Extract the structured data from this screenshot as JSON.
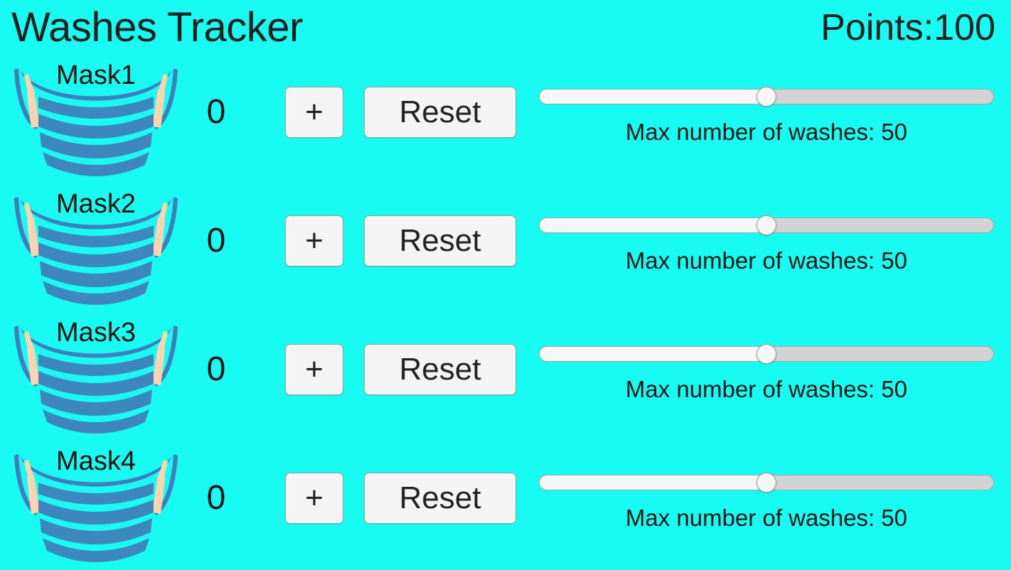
{
  "header": {
    "title": "Washes Tracker",
    "points_label": "Points:",
    "points_value": "100",
    "points_text": "Points:100"
  },
  "theme": {
    "background": "#17fbf2",
    "mask_blue": "#3d87bd",
    "mask_outline": "#3f7fbd",
    "mask_strap": "#ffd3ad",
    "button_face": "#f4f4f4",
    "button_border": "#9a9a9a",
    "track_filled": "#f6f6f6",
    "track_empty": "#d3d3d3",
    "text": "#1c1c1c"
  },
  "controls": {
    "increment_label": "+",
    "reset_label": "Reset",
    "mask_icon": "face-mask-icon"
  },
  "slider": {
    "min": 0,
    "max": 100,
    "caption_prefix": "Max number of washes: "
  },
  "rows": [
    {
      "name": "Mask1",
      "count": "0",
      "max_washes": 50,
      "slider_percent": 50,
      "caption": "Max number of washes: 50",
      "increment_label": "+",
      "reset_label": "Reset"
    },
    {
      "name": "Mask2",
      "count": "0",
      "max_washes": 50,
      "slider_percent": 50,
      "caption": "Max number of washes: 50",
      "increment_label": "+",
      "reset_label": "Reset"
    },
    {
      "name": "Mask3",
      "count": "0",
      "max_washes": 50,
      "slider_percent": 50,
      "caption": "Max number of washes: 50",
      "increment_label": "+",
      "reset_label": "Reset"
    },
    {
      "name": "Mask4",
      "count": "0",
      "max_washes": 50,
      "slider_percent": 50,
      "caption": "Max number of washes: 50",
      "increment_label": "+",
      "reset_label": "Reset"
    }
  ]
}
